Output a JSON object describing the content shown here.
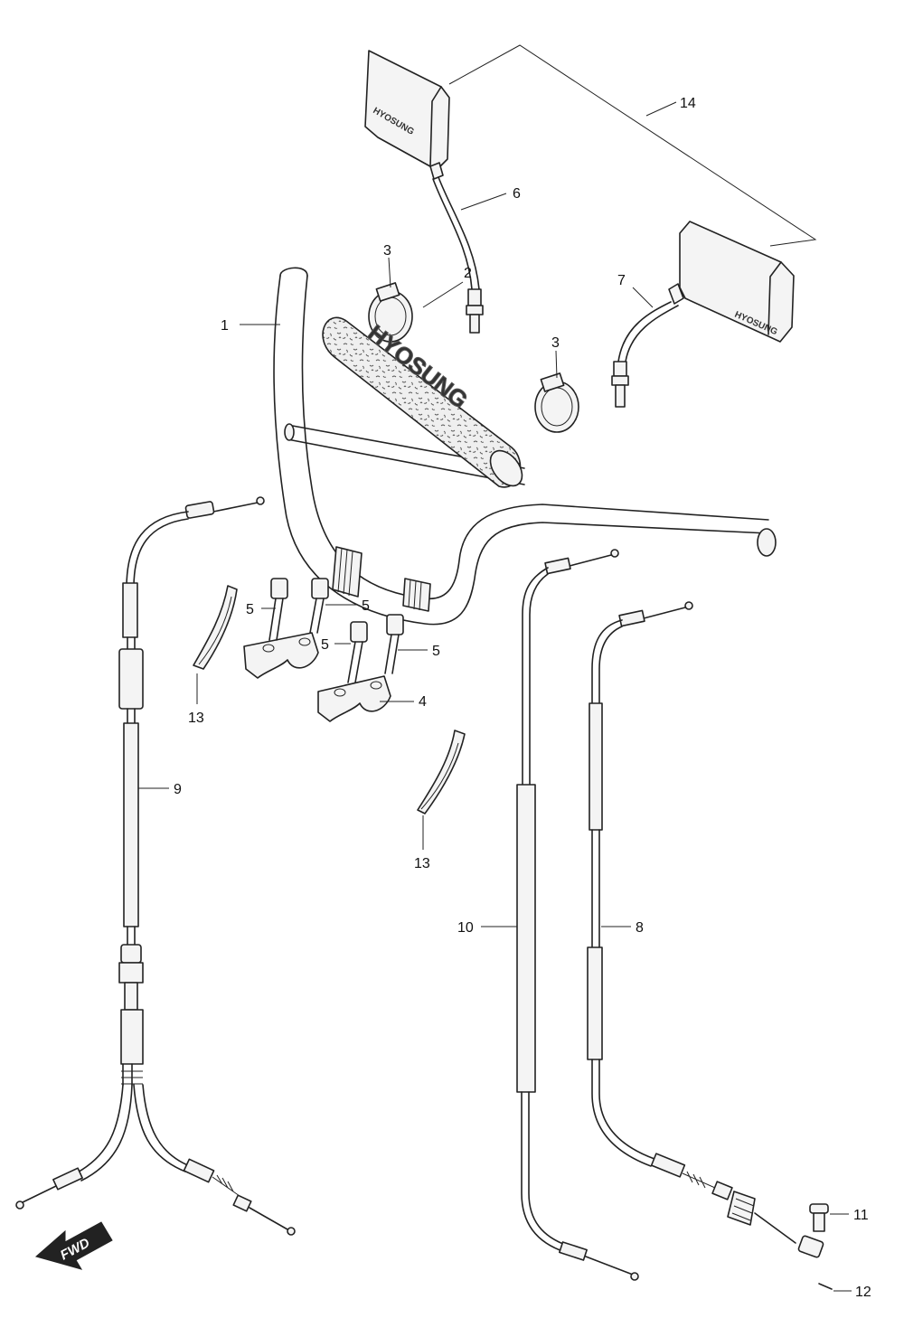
{
  "diagram": {
    "brand_text": "HYOSUNG",
    "direction_label": "FWD",
    "callouts": {
      "c1": "1",
      "c2": "2",
      "c3a": "3",
      "c3b": "3",
      "c4": "4",
      "c5a": "5",
      "c5b": "5",
      "c5c": "5",
      "c5d": "5",
      "c6": "6",
      "c7": "7",
      "c8": "8",
      "c9": "9",
      "c10": "10",
      "c11": "11",
      "c12": "12",
      "c13a": "13",
      "c13b": "13",
      "c14": "14"
    }
  }
}
